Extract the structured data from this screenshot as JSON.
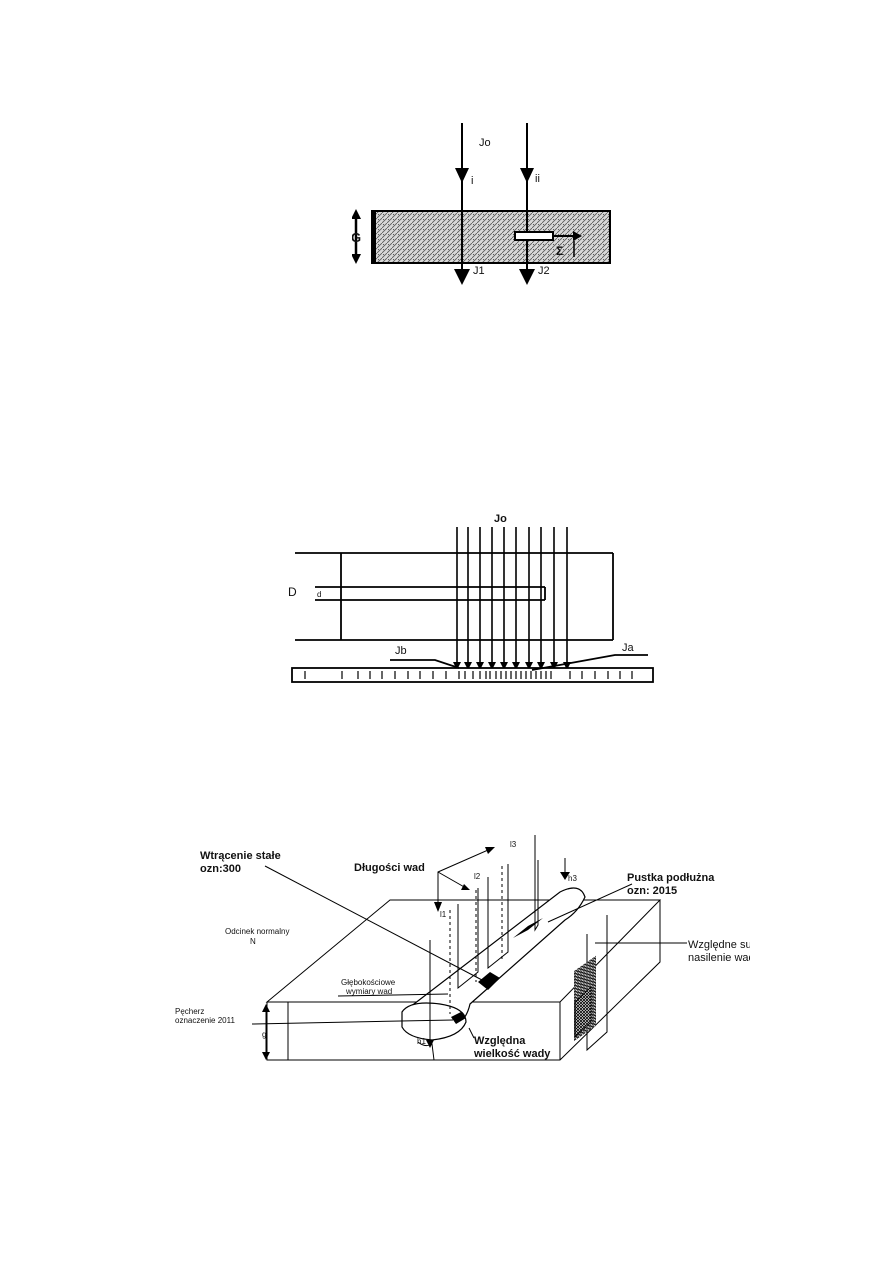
{
  "figure1": {
    "incident_intensity": "Jo",
    "ray_i": "i",
    "ray_ii": "ii",
    "thickness": "G",
    "defect_size": "Σ",
    "out_1": "J1",
    "out_2": "J2"
  },
  "figure2": {
    "incident_intensity": "Jo",
    "outer_diameter": "D",
    "inner_diameter": "d",
    "label_b": "Jb",
    "label_a": "Ja"
  },
  "figure3": {
    "inclusion_label_line1": "Wtrącenie stałe",
    "inclusion_label_line2": "ozn:300",
    "lengths_label": "Długości wad",
    "l1": "l1",
    "l2": "l2",
    "l3": "l3",
    "h3": "h3",
    "porosity_label_line1": "Pustka podłużna",
    "porosity_label_line2": "ozn: 2015",
    "normal_section_line1": "Odcinek normalny",
    "normal_section_line2": "N",
    "summary_label_line1": "Względne sumaryczne",
    "summary_label_line2": "nasilenie wad",
    "depth_label_line1": "Głębokościowe",
    "depth_label_line2": "wymiary wad",
    "pore_label_line1": "Pęcherz",
    "pore_label_line2": "oznaczenie 2011",
    "g": "g",
    "h1": "h1",
    "relative_size_line1": "Względna",
    "relative_size_line2": "wielkość wady"
  }
}
